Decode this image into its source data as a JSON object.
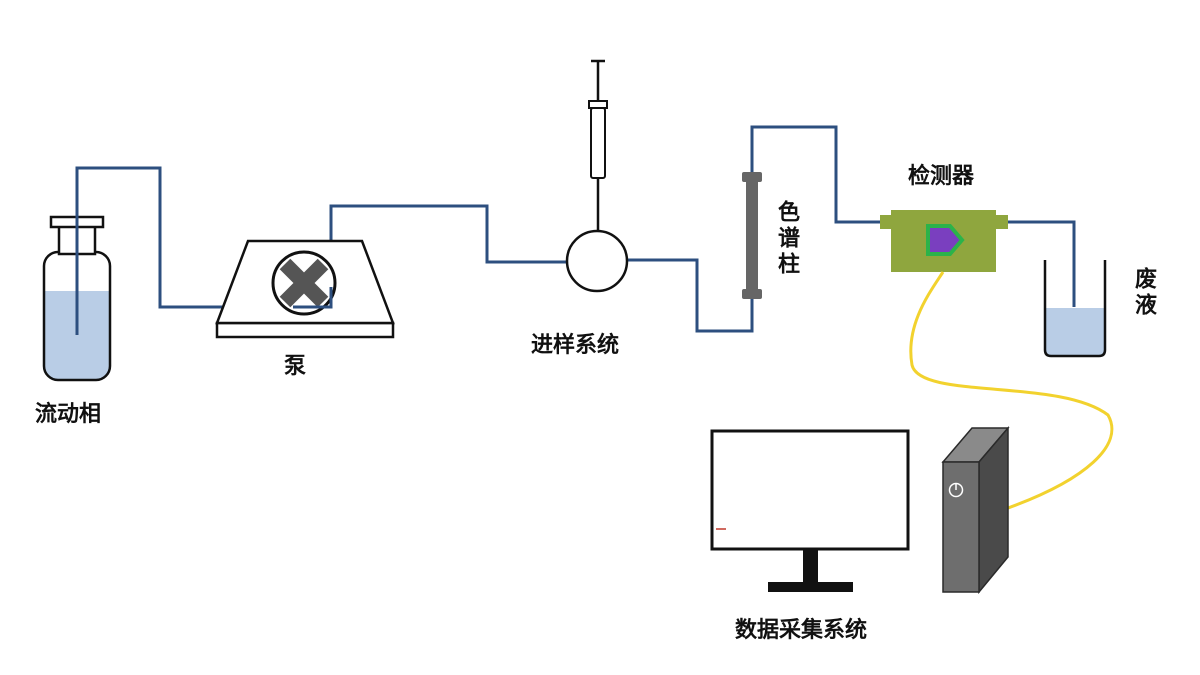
{
  "labels": {
    "mobile_phase": "流动相",
    "pump": "泵",
    "injection_system": "进样系统",
    "column": "色谱柱",
    "detector": "检测器",
    "waste": "废液",
    "data_system": "数据采集系统"
  },
  "colors": {
    "tubing": "#2d4f7f",
    "liquid": "#b9cde6",
    "detector_body": "#8fa63e",
    "detector_window": "#7a3fbf",
    "detector_window_border": "#2bb34a",
    "signal_cable": "#f2d22e",
    "pump_rotor": "#555555",
    "column_body": "#666666",
    "computer_tower": "#6e6e6e"
  }
}
